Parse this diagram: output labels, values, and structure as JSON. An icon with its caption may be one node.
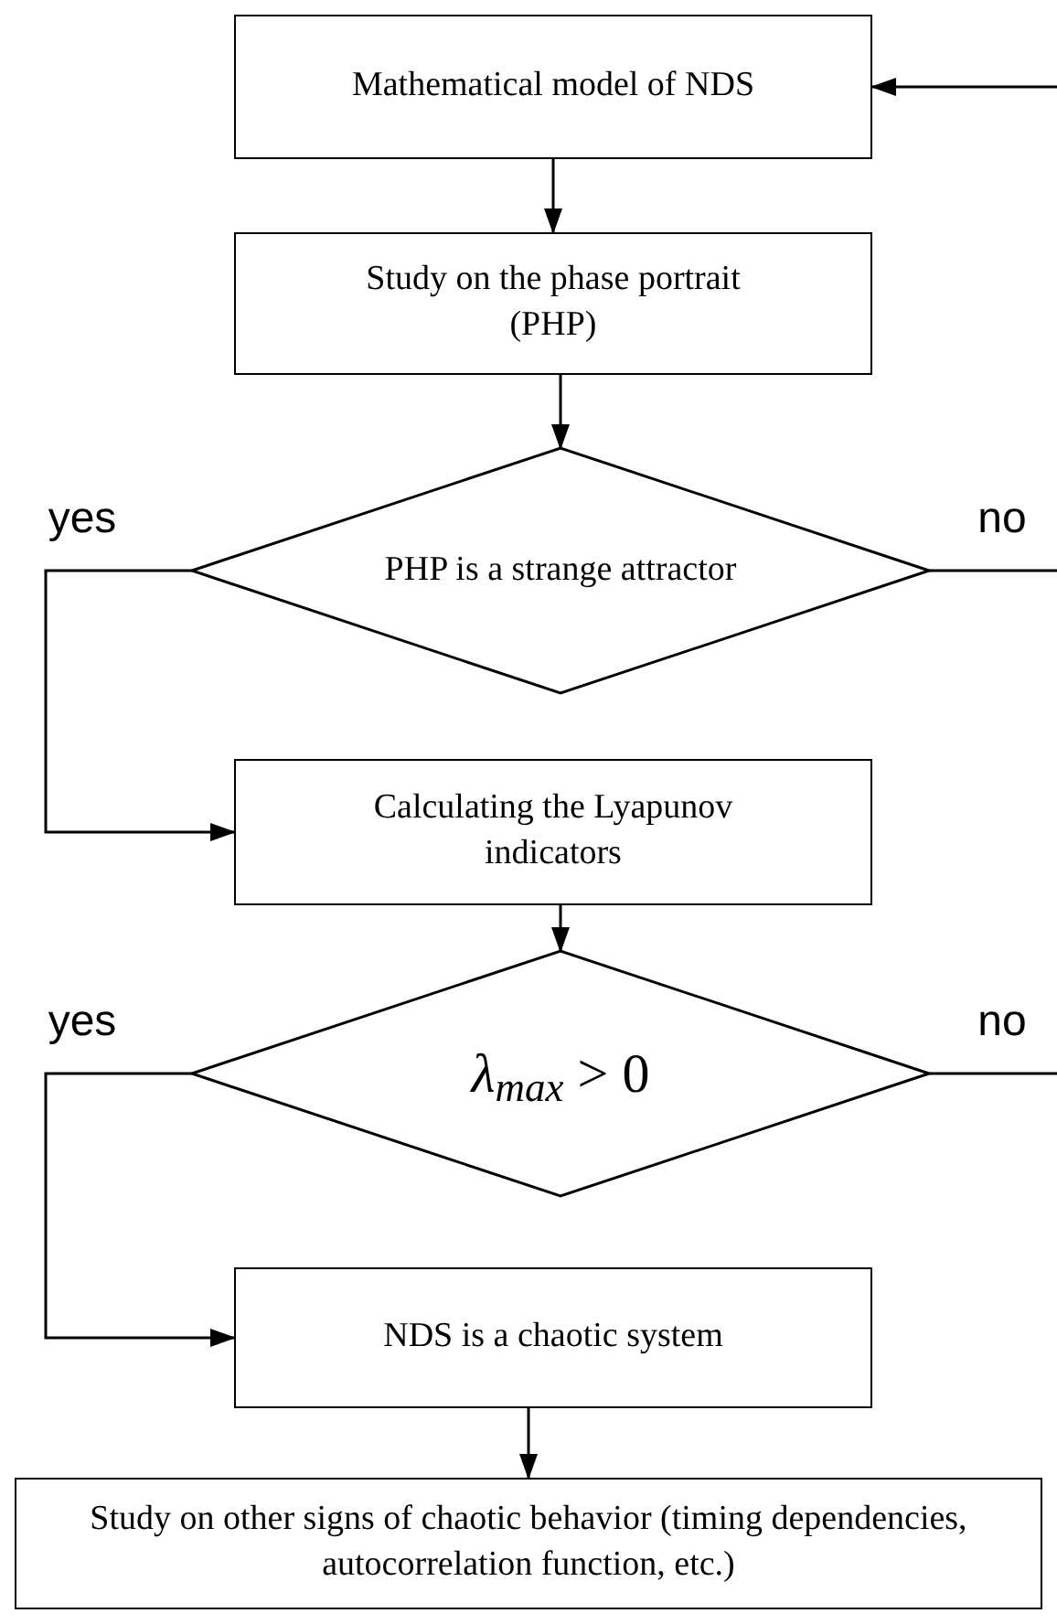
{
  "diagram": {
    "nodes": [
      {
        "text": [
          "Mathematical model of NDS"
        ]
      },
      {
        "text": [
          "Study on the phase portrait (PHP)"
        ]
      },
      {
        "text": [
          "PHP is a strange attractor"
        ]
      },
      {
        "text": [
          "Calculating the Lyapunov indicators"
        ]
      },
      {
        "text": [
          "*λ*$_{max}$ > 0"
        ]
      },
      {
        "text": [
          "NDS is a chaotic system"
        ]
      },
      {
        "text": [
          "Study on other signs of chaotic behavior (timing dependencies, autocorrelation function, etc.)"
        ]
      }
    ],
    "edges": [
      {
        "from": null,
        "to": 0,
        "arrow": "to"
      },
      {
        "from": 0,
        "to": 1,
        "arrow": "to"
      },
      {
        "from": 1,
        "to": 2,
        "arrow": "to"
      },
      {
        "from": 2,
        "to": 3,
        "arrow": "to",
        "label": "yes"
      },
      {
        "from": 2,
        "to": null,
        "arrow": "none",
        "label": "no"
      },
      {
        "from": 3,
        "to": 4,
        "arrow": "to"
      },
      {
        "from": 4,
        "to": 5,
        "arrow": "to",
        "label": "yes"
      },
      {
        "from": 4,
        "to": null,
        "arrow": "none",
        "label": "no"
      },
      {
        "from": 5,
        "to": 6,
        "arrow": "to"
      }
    ]
  }
}
